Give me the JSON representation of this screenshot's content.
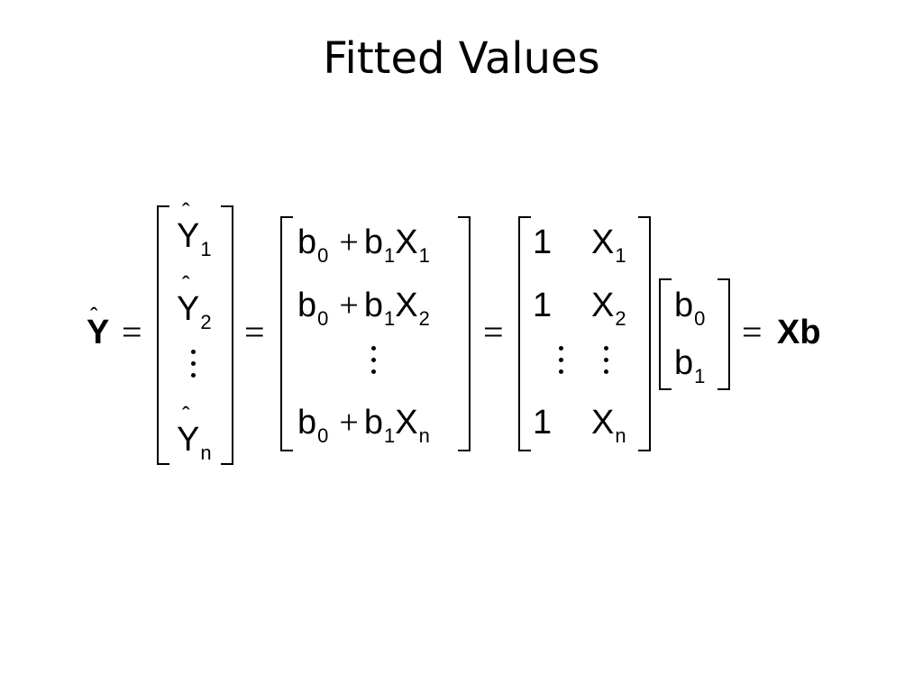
{
  "slide": {
    "title": "Fitted Values"
  },
  "equation": {
    "lhs_symbol": "Y",
    "hat_mark": "ˆ",
    "equals": "=",
    "plus": "+",
    "yhat_vector": [
      {
        "base": "Y",
        "sub": "1"
      },
      {
        "base": "Y",
        "sub": "2"
      },
      {
        "base": "Y",
        "sub": "n"
      }
    ],
    "expanded_vector": [
      {
        "b0": "b",
        "b0_sub": "0",
        "b1": "b",
        "b1_sub": "1",
        "x": "X",
        "x_sub": "1"
      },
      {
        "b0": "b",
        "b0_sub": "0",
        "b1": "b",
        "b1_sub": "1",
        "x": "X",
        "x_sub": "2"
      },
      {
        "b0": "b",
        "b0_sub": "0",
        "b1": "b",
        "b1_sub": "1",
        "x": "X",
        "x_sub": "n"
      }
    ],
    "design_matrix": [
      {
        "one": "1",
        "x": "X",
        "x_sub": "1"
      },
      {
        "one": "1",
        "x": "X",
        "x_sub": "2"
      },
      {
        "one": "1",
        "x": "X",
        "x_sub": "n"
      }
    ],
    "coef_vector": [
      {
        "base": "b",
        "sub": "0"
      },
      {
        "base": "b",
        "sub": "1"
      }
    ],
    "rhs": "Xb"
  }
}
